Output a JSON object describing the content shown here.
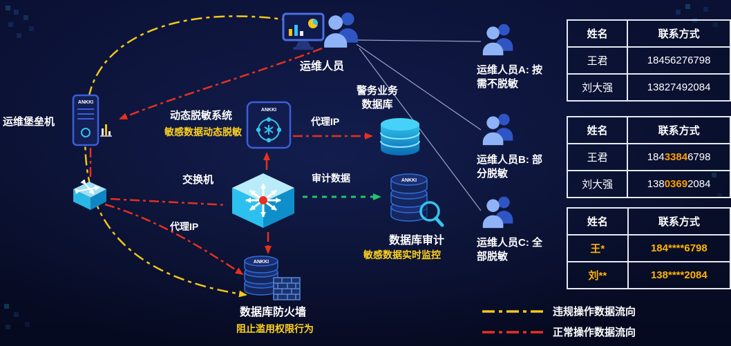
{
  "colors": {
    "violation_flow": "#f2c71c",
    "normal_flow": "#e8301e",
    "audit_flow": "#27c36f",
    "highlight_yellow": "#ffd21e",
    "cyan_accent": "#35c4f0"
  },
  "nodes": {
    "bastion": {
      "label": "运维堡垒机",
      "brand": "ANKKI"
    },
    "ops_staff": {
      "label": "运维人员"
    },
    "masking": {
      "label": "动态脱敏系统",
      "sub": "敏感数据动态脱敏",
      "brand": "ANKKI"
    },
    "police_db": {
      "line1": "警务业务",
      "line2": "数据库"
    },
    "switch": {
      "label": "交换机"
    },
    "audit_flow_label": "审计数据",
    "audit": {
      "label": "数据库审计",
      "sub": "敏感数据实时监控",
      "brand": "ANKKI"
    },
    "firewall": {
      "label": "数据库防火墙",
      "sub": "阻止滥用权限行为",
      "brand": "ANKKI"
    },
    "proxy_ip_top": "代理IP",
    "proxy_ip_bottom": "代理IP"
  },
  "persons": [
    {
      "label": "运维人员A: 按需不脱敏"
    },
    {
      "label": "运维人员B: 部分脱敏"
    },
    {
      "label": "运维人员C: 全部脱敏"
    }
  ],
  "tables": {
    "header": {
      "name": "姓名",
      "contact": "联系方式"
    },
    "a": {
      "rows": [
        {
          "name": "王君",
          "phone": "18456276798"
        },
        {
          "name": "刘大强",
          "phone": "13827492084"
        }
      ]
    },
    "b": {
      "rows": [
        {
          "name": "王君",
          "pre": "184",
          "mid": "3384",
          "suf": "6798"
        },
        {
          "name": "刘大强",
          "pre": "138",
          "mid": "0369",
          "suf": "2084"
        }
      ]
    },
    "c": {
      "rows": [
        {
          "name": "王*",
          "phone": "184****6798"
        },
        {
          "name": "刘**",
          "phone": "138****2084"
        }
      ]
    }
  },
  "legend": [
    {
      "label": "违规操作数据流向"
    },
    {
      "label": "正常操作数据流向"
    }
  ]
}
